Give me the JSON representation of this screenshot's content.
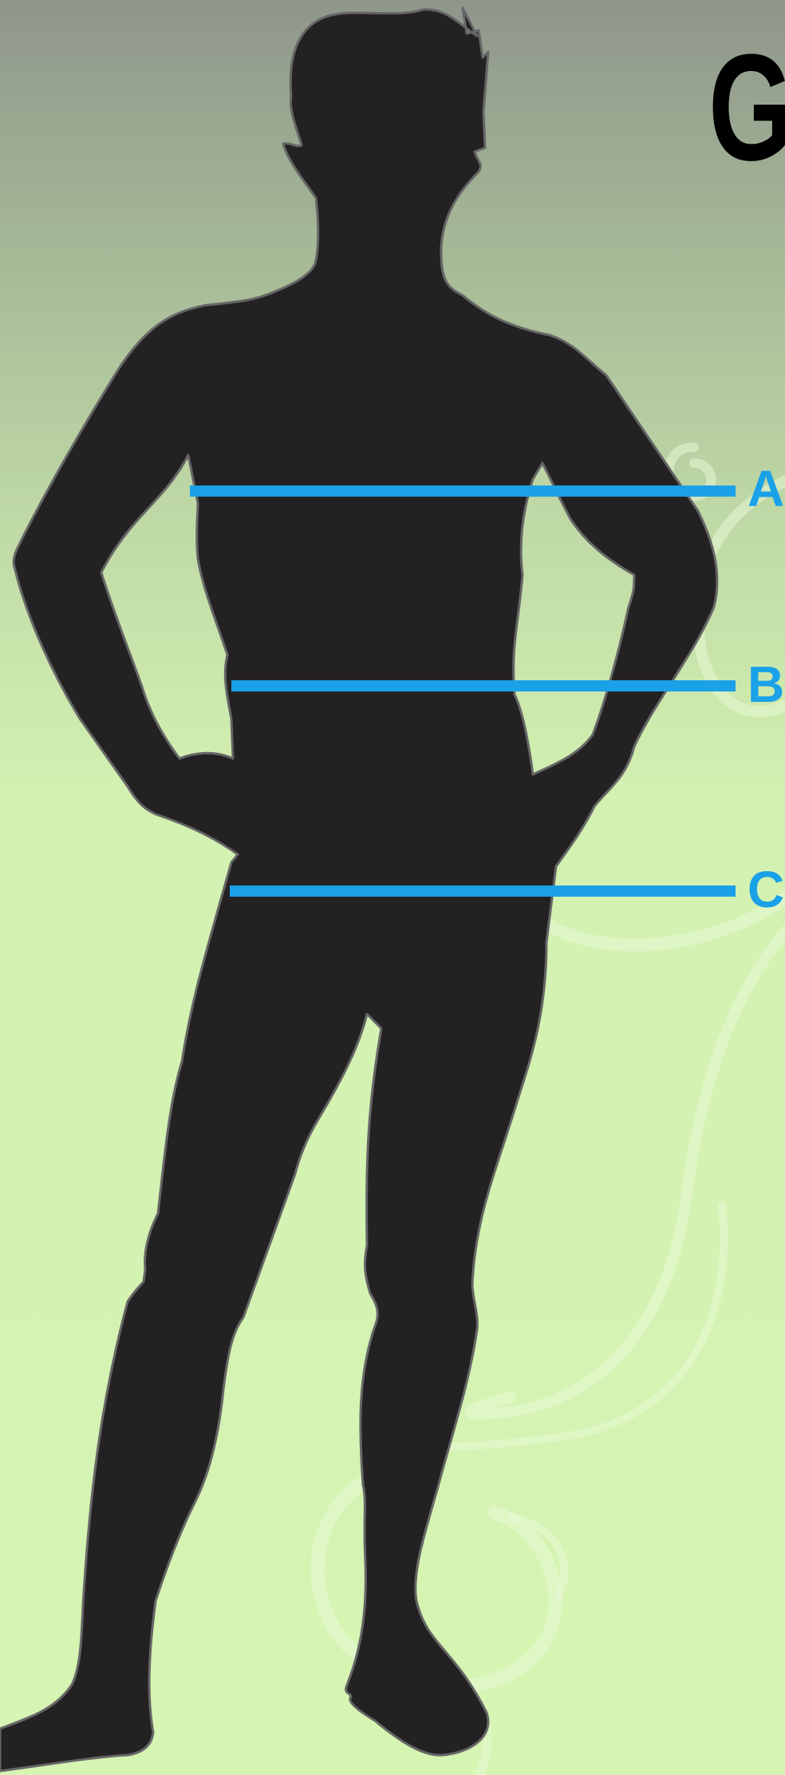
{
  "heading": {
    "text": "G"
  },
  "measure_labels": [
    "A",
    "B",
    "C"
  ],
  "colors": {
    "silhouette": "#232122",
    "silhouette_outline": "#666666",
    "measure_line": "#1aa1e8",
    "background_top": "#8f968b",
    "background_bottom": "#d6f4b2",
    "swirl": "#e8f8d6"
  },
  "icons": {
    "figure": "human-silhouette-icon",
    "decor": "swirl-ornament"
  }
}
